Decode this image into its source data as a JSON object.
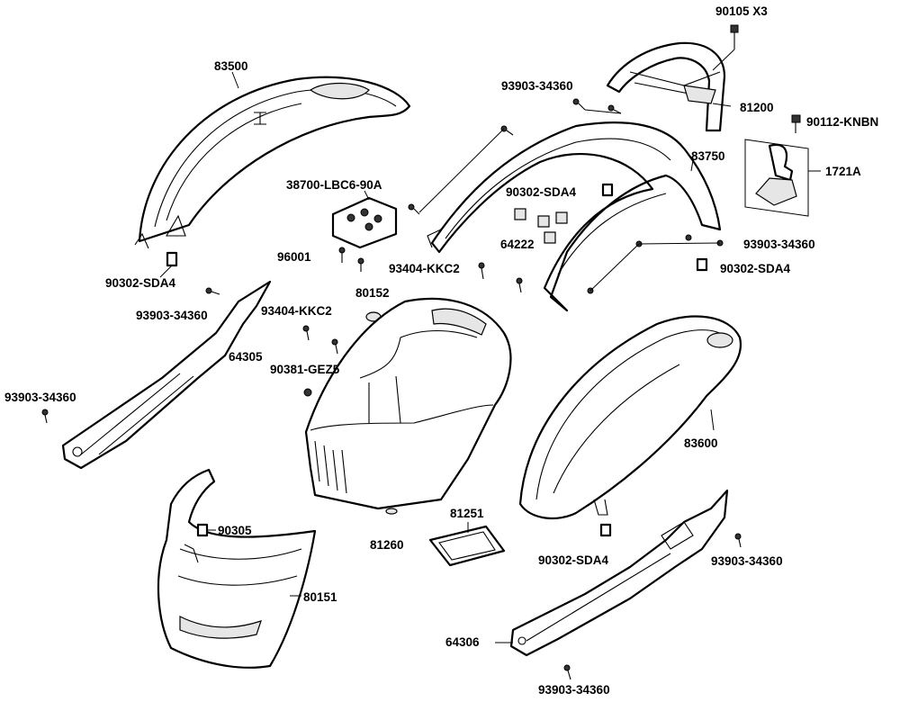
{
  "labels": {
    "p90105": "90105 X3",
    "p83500": "83500",
    "p93903_top": "93903-34360",
    "p81200": "81200",
    "p90112": "90112-KNBN",
    "p1721A": "1721A",
    "p83750": "83750",
    "p38700": "38700-LBC6-90A",
    "p90302_center": "90302-SDA4",
    "p64222": "64222",
    "p93903_right": "93903-34360",
    "p96001": "96001",
    "p93404_a": "93404-KKC2",
    "p90302_right": "90302-SDA4",
    "p90302_left": "90302-SDA4",
    "p80152": "80152",
    "p93903_left": "93903-34360",
    "p93404_b": "93404-KKC2",
    "p64305": "64305",
    "p90381": "90381-GEZ5",
    "p93903_far_left": "93903-34360",
    "p83600": "83600",
    "p90305": "90305",
    "p81251": "81251",
    "p81260": "81260",
    "p90302_bottom": "90302-SDA4",
    "p93903_lower_right": "93903-34360",
    "p80151": "80151",
    "p64306": "64306",
    "p93903_bottom": "93903-34360"
  }
}
